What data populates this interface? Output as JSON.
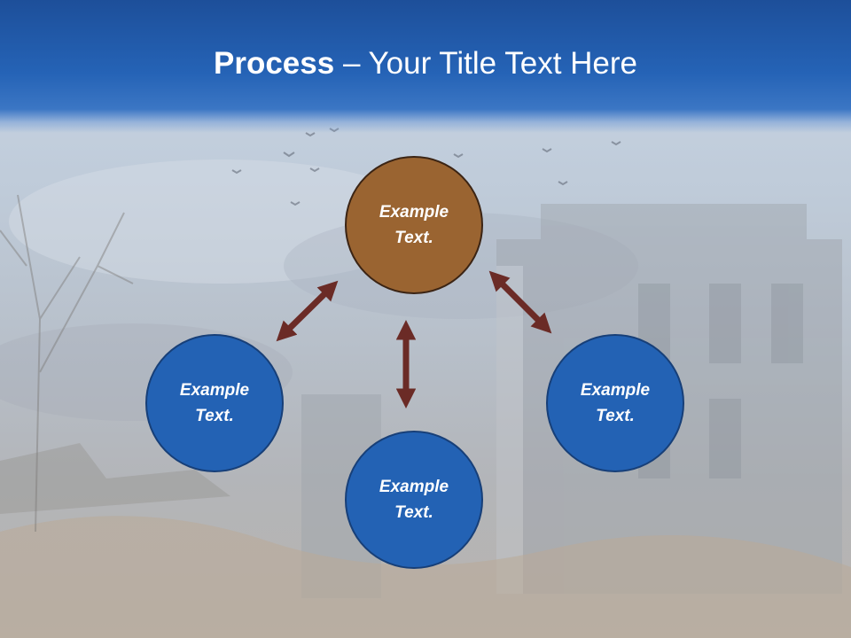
{
  "title": {
    "bold": "Process",
    "rest": " – Your Title Text Here"
  },
  "nodes": {
    "top": "Example\nText.",
    "left": "Example\nText.",
    "right": "Example\nText.",
    "bottom": "Example\nText."
  },
  "colors": {
    "header": "#2563b6",
    "node_blue": "#2362b4",
    "node_brown": "#9a6431",
    "arrow": "#6b2b26"
  }
}
